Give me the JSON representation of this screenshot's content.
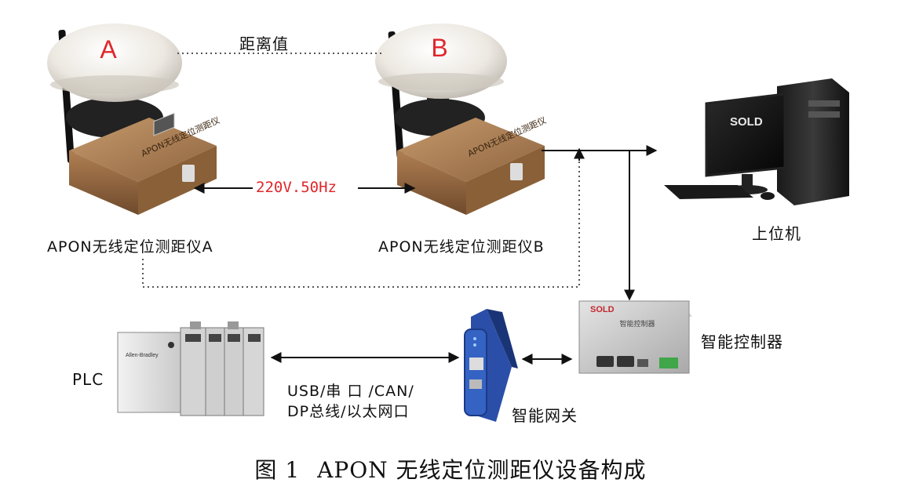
{
  "devices": {
    "device_a": {
      "dome_letter": "A",
      "label": "APON无线定位测距仪A"
    },
    "device_b": {
      "dome_letter": "B",
      "label": "APON无线定位测距仪B"
    },
    "host_pc": {
      "brand": "SOLD",
      "label": "上位机"
    },
    "controller": {
      "brand": "SOLD",
      "plate": "智能控制器",
      "label": "智能控制器"
    },
    "gateway": {
      "label": "智能网关"
    },
    "plc": {
      "label": "PLC",
      "brand": "Allen-Bradley"
    }
  },
  "links": {
    "distance_label": "距离值",
    "power_label": "220V.50Hz",
    "bus_line1": "USB/串 口 /CAN/",
    "bus_line2": "DP总线/以太网口"
  },
  "caption": {
    "figure_no": "图 1",
    "title": "APON 无线定位测距仪设备构成"
  },
  "colors": {
    "dome_letter": "#e0262b",
    "power_text": "#e0262b",
    "box_bronze": "#a87a4f",
    "gateway_blue": "#2b4fa8"
  }
}
